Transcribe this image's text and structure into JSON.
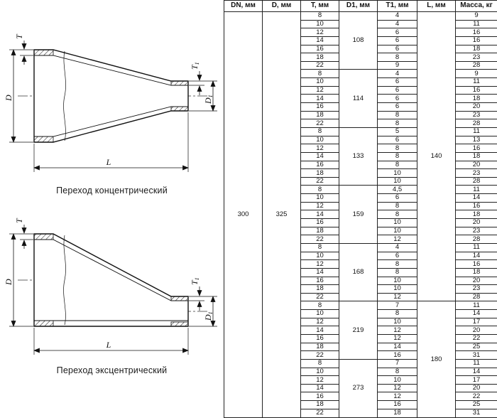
{
  "drawings": {
    "concentric": {
      "caption": "Переход концентрический"
    },
    "eccentric": {
      "caption": "Переход эксцентрический"
    },
    "dim_labels": {
      "t": "T",
      "d": "D",
      "l": "L",
      "t1_base": "T",
      "d1_base": "D",
      "sub": "1"
    }
  },
  "table": {
    "headers": [
      "DN, мм",
      "D, мм",
      "T, мм",
      "D1, мм",
      "T1, мм",
      "L, мм",
      "Масса, кг"
    ],
    "dn": "300",
    "d": "325",
    "l_spans": [
      {
        "value": "140",
        "groups": 5
      },
      {
        "value": "180",
        "groups": 2
      }
    ],
    "groups": [
      {
        "d1": "108",
        "rows": [
          {
            "t": "8",
            "t1": "4",
            "mass": "9"
          },
          {
            "t": "10",
            "t1": "4",
            "mass": "11"
          },
          {
            "t": "12",
            "t1": "6",
            "mass": "16"
          },
          {
            "t": "14",
            "t1": "6",
            "mass": "16"
          },
          {
            "t": "16",
            "t1": "6",
            "mass": "18"
          },
          {
            "t": "18",
            "t1": "8",
            "mass": "23"
          },
          {
            "t": "22",
            "t1": "9",
            "mass": "28"
          }
        ]
      },
      {
        "d1": "114",
        "rows": [
          {
            "t": "8",
            "t1": "4",
            "mass": "9"
          },
          {
            "t": "10",
            "t1": "6",
            "mass": "11"
          },
          {
            "t": "12",
            "t1": "6",
            "mass": "16"
          },
          {
            "t": "14",
            "t1": "6",
            "mass": "18"
          },
          {
            "t": "16",
            "t1": "6",
            "mass": "20"
          },
          {
            "t": "18",
            "t1": "8",
            "mass": "23"
          },
          {
            "t": "22",
            "t1": "8",
            "mass": "28"
          }
        ]
      },
      {
        "d1": "133",
        "rows": [
          {
            "t": "8",
            "t1": "5",
            "mass": "11"
          },
          {
            "t": "10",
            "t1": "6",
            "mass": "13"
          },
          {
            "t": "12",
            "t1": "8",
            "mass": "16"
          },
          {
            "t": "14",
            "t1": "8",
            "mass": "18"
          },
          {
            "t": "16",
            "t1": "8",
            "mass": "20"
          },
          {
            "t": "18",
            "t1": "10",
            "mass": "23"
          },
          {
            "t": "22",
            "t1": "10",
            "mass": "28"
          }
        ]
      },
      {
        "d1": "159",
        "rows": [
          {
            "t": "8",
            "t1": "4,5",
            "mass": "11"
          },
          {
            "t": "10",
            "t1": "6",
            "mass": "14"
          },
          {
            "t": "12",
            "t1": "8",
            "mass": "16"
          },
          {
            "t": "14",
            "t1": "8",
            "mass": "18"
          },
          {
            "t": "16",
            "t1": "10",
            "mass": "20"
          },
          {
            "t": "18",
            "t1": "10",
            "mass": "23"
          },
          {
            "t": "22",
            "t1": "12",
            "mass": "28"
          }
        ]
      },
      {
        "d1": "168",
        "rows": [
          {
            "t": "8",
            "t1": "4",
            "mass": "11"
          },
          {
            "t": "10",
            "t1": "6",
            "mass": "14"
          },
          {
            "t": "12",
            "t1": "8",
            "mass": "16"
          },
          {
            "t": "14",
            "t1": "8",
            "mass": "18"
          },
          {
            "t": "16",
            "t1": "10",
            "mass": "20"
          },
          {
            "t": "18",
            "t1": "10",
            "mass": "23"
          },
          {
            "t": "22",
            "t1": "12",
            "mass": "28"
          }
        ]
      },
      {
        "d1": "219",
        "rows": [
          {
            "t": "8",
            "t1": "7",
            "mass": "11"
          },
          {
            "t": "10",
            "t1": "8",
            "mass": "14"
          },
          {
            "t": "12",
            "t1": "10",
            "mass": "17"
          },
          {
            "t": "14",
            "t1": "12",
            "mass": "20"
          },
          {
            "t": "16",
            "t1": "12",
            "mass": "22"
          },
          {
            "t": "18",
            "t1": "14",
            "mass": "25"
          },
          {
            "t": "22",
            "t1": "16",
            "mass": "31"
          }
        ]
      },
      {
        "d1": "273",
        "rows": [
          {
            "t": "8",
            "t1": "7",
            "mass": "11"
          },
          {
            "t": "10",
            "t1": "8",
            "mass": "14"
          },
          {
            "t": "12",
            "t1": "10",
            "mass": "17"
          },
          {
            "t": "14",
            "t1": "12",
            "mass": "20"
          },
          {
            "t": "16",
            "t1": "12",
            "mass": "22"
          },
          {
            "t": "18",
            "t1": "16",
            "mass": "25"
          },
          {
            "t": "22",
            "t1": "18",
            "mass": "31"
          }
        ]
      }
    ]
  }
}
